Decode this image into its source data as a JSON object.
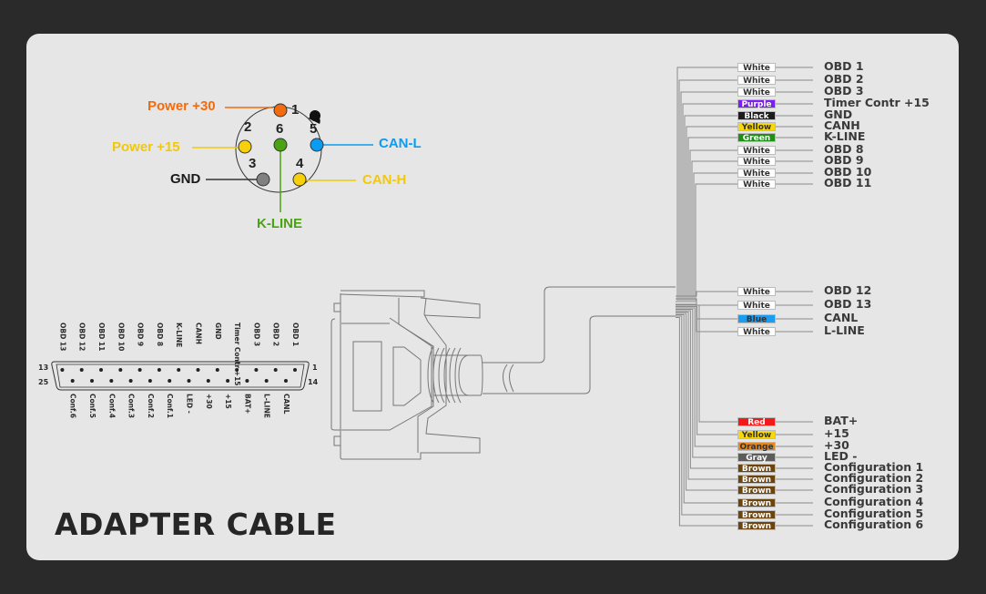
{
  "title": "ADAPTER CABLE",
  "connector_round": {
    "pins": [
      {
        "number": "1",
        "label": "Power +30",
        "color": "#f26b0f"
      },
      {
        "number": "2",
        "label": "Power +15",
        "color": "#f7cf0a"
      },
      {
        "number": "3",
        "label": "GND",
        "color": "#808080"
      },
      {
        "number": "4",
        "label": "CAN-H",
        "color": "#f7cf0a"
      },
      {
        "number": "5",
        "label": "CAN-L",
        "color": "#0a9cf0"
      },
      {
        "number": "6",
        "label": "K-LINE",
        "color": "#4aa312"
      }
    ],
    "label_colors": {
      "power30": "#f26b0f",
      "power15": "#f2c80a",
      "gnd": "#1a1a1a",
      "canh": "#f2c80a",
      "canl": "#0a9cf0",
      "kline": "#4aa312"
    }
  },
  "connector_db25": {
    "row1_start": "1",
    "row1_end": "13",
    "row2_start": "14",
    "row2_end": "25",
    "top_labels": [
      "OBD 1",
      "OBD 2",
      "OBD 3",
      "Timer Contr +15",
      "GND",
      "CANH",
      "K-LINE",
      "OBD 8",
      "OBD 9",
      "OBD 10",
      "OBD 11",
      "OBD 12",
      "OBD 13"
    ],
    "bottom_labels": [
      "CANL",
      "L-LINE",
      "BAT+",
      "+15",
      "+30",
      "LED -",
      "Conf.1",
      "Conf.2",
      "Conf.3",
      "Conf.4",
      "Conf.5",
      "Conf.6"
    ]
  },
  "wires": [
    {
      "color_name": "White",
      "color": "#ffffff",
      "text": "#333333",
      "signal": "OBD 1"
    },
    {
      "color_name": "White",
      "color": "#ffffff",
      "text": "#333333",
      "signal": "OBD 2"
    },
    {
      "color_name": "White",
      "color": "#ffffff",
      "text": "#333333",
      "signal": "OBD 3"
    },
    {
      "color_name": "Purple",
      "color": "#7a1ff0",
      "text": "#ffffff",
      "signal": "Timer Contr +15"
    },
    {
      "color_name": "Black",
      "color": "#1c1c1c",
      "text": "#ffffff",
      "signal": "GND"
    },
    {
      "color_name": "Yellow",
      "color": "#f7d80a",
      "text": "#333333",
      "signal": "CANH"
    },
    {
      "color_name": "Green",
      "color": "#1f8f1a",
      "text": "#ffffff",
      "signal": "K-LINE"
    },
    {
      "color_name": "White",
      "color": "#ffffff",
      "text": "#333333",
      "signal": "OBD 8"
    },
    {
      "color_name": "White",
      "color": "#ffffff",
      "text": "#333333",
      "signal": "OBD 9"
    },
    {
      "color_name": "White",
      "color": "#ffffff",
      "text": "#333333",
      "signal": "OBD 10"
    },
    {
      "color_name": "White",
      "color": "#ffffff",
      "text": "#333333",
      "signal": "OBD 11"
    },
    {
      "color_name": "White",
      "color": "#ffffff",
      "text": "#333333",
      "signal": "OBD 12"
    },
    {
      "color_name": "White",
      "color": "#ffffff",
      "text": "#333333",
      "signal": "OBD 13"
    },
    {
      "color_name": "Blue",
      "color": "#1a9cf0",
      "text": "#333333",
      "signal": "CANL"
    },
    {
      "color_name": "White",
      "color": "#ffffff",
      "text": "#333333",
      "signal": "L-LINE"
    },
    {
      "color_name": "Red",
      "color": "#f01a1a",
      "text": "#ffffff",
      "signal": "BAT+"
    },
    {
      "color_name": "Yellow",
      "color": "#f7d80a",
      "text": "#333333",
      "signal": "+15"
    },
    {
      "color_name": "Orange",
      "color": "#e8861a",
      "text": "#333333",
      "signal": "+30"
    },
    {
      "color_name": "Gray",
      "color": "#5c5c5c",
      "text": "#ffffff",
      "signal": "LED -"
    },
    {
      "color_name": "Brown",
      "color": "#6b4410",
      "text": "#ffffff",
      "signal": "Configuration  1"
    },
    {
      "color_name": "Brown",
      "color": "#6b4410",
      "text": "#ffffff",
      "signal": "Configuration  2"
    },
    {
      "color_name": "Brown",
      "color": "#6b4410",
      "text": "#ffffff",
      "signal": "Configuration  3"
    },
    {
      "color_name": "Brown",
      "color": "#6b4410",
      "text": "#ffffff",
      "signal": "Configuration  4"
    },
    {
      "color_name": "Brown",
      "color": "#6b4410",
      "text": "#ffffff",
      "signal": "Configuration  5"
    },
    {
      "color_name": "Brown",
      "color": "#6b4410",
      "text": "#ffffff",
      "signal": "Configuration  6"
    }
  ]
}
